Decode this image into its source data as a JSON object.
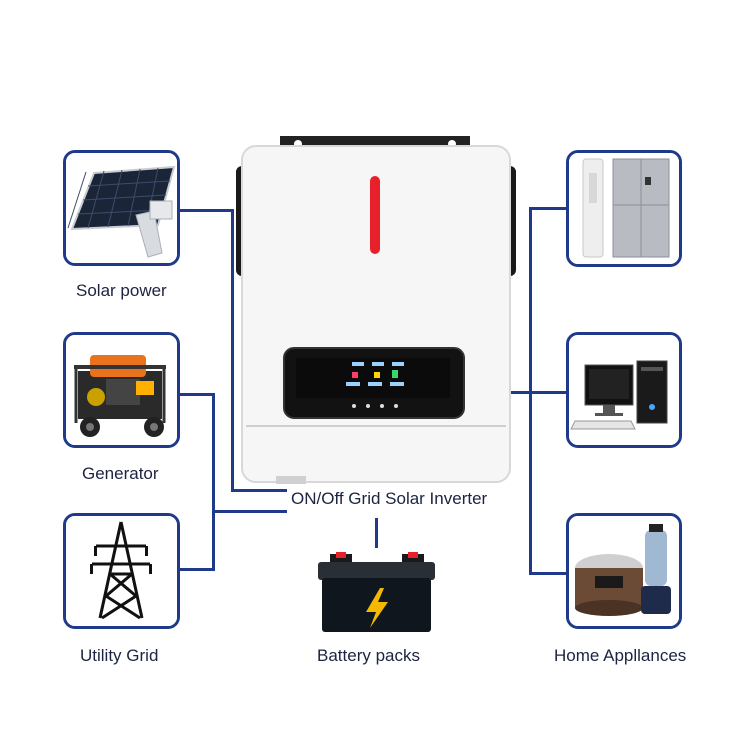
{
  "labels": {
    "solar": "Solar power",
    "generator": "Generator",
    "utility": "Utility Grid",
    "inverter": "ON/Off Grid Solar Inverter",
    "battery": "Battery packs",
    "home": "Home Appllances"
  },
  "icons": {
    "solar": "solar-panel-icon",
    "generator": "generator-icon",
    "utility": "power-tower-icon",
    "inverter": "solar-inverter-icon",
    "battery": "battery-icon",
    "appliances_top": "air-conditioner-fridge-icon",
    "appliances_mid": "desktop-computer-icon",
    "appliances_bot": "rice-cooker-blender-icon"
  },
  "colors": {
    "frame": "#1f3a8a",
    "inverter_led": "#e8202a",
    "battery_bolt": "#f5b800"
  }
}
